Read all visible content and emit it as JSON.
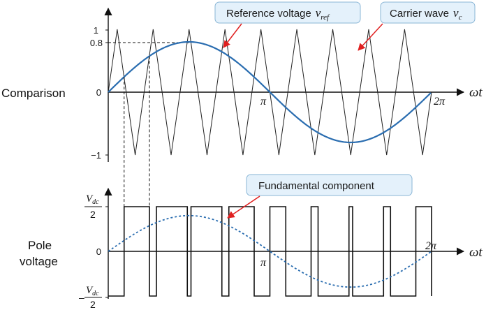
{
  "top_plot": {
    "row_label": "Comparison",
    "y_ticks": [
      "1",
      "0.8",
      "0",
      "−1"
    ],
    "x_tick_pi": "π",
    "x_tick_2pi": "2π",
    "axis_label": "ωt",
    "modulation_index": 0.8,
    "carrier_periods": 9,
    "callout_reference": {
      "text": "Reference voltage",
      "symbol": "v",
      "sub": "ref"
    },
    "callout_carrier": {
      "text": "Carrier wave",
      "symbol": "v",
      "sub": "c"
    }
  },
  "bottom_plot": {
    "row_label_line1": "Pole",
    "row_label_line2": "voltage",
    "y_pos_num": "V",
    "y_pos_num_sub": "dc",
    "y_pos_den": "2",
    "y_zero": "0",
    "y_neg_num": "V",
    "y_neg_num_sub": "dc",
    "y_neg_den": "2",
    "x_tick_pi": "π",
    "x_tick_2pi": "2π",
    "axis_label": "ωt",
    "callout_fundamental": {
      "text": "Fundamental component"
    }
  },
  "colors": {
    "reference": "#2a6db0",
    "carrier": "#222222",
    "pulse": "#111111",
    "fundamental": "#2a6db0",
    "callout_fill": "#e4f1fb",
    "callout_stroke": "#8ab6d6",
    "arrow": "#e02020"
  }
}
